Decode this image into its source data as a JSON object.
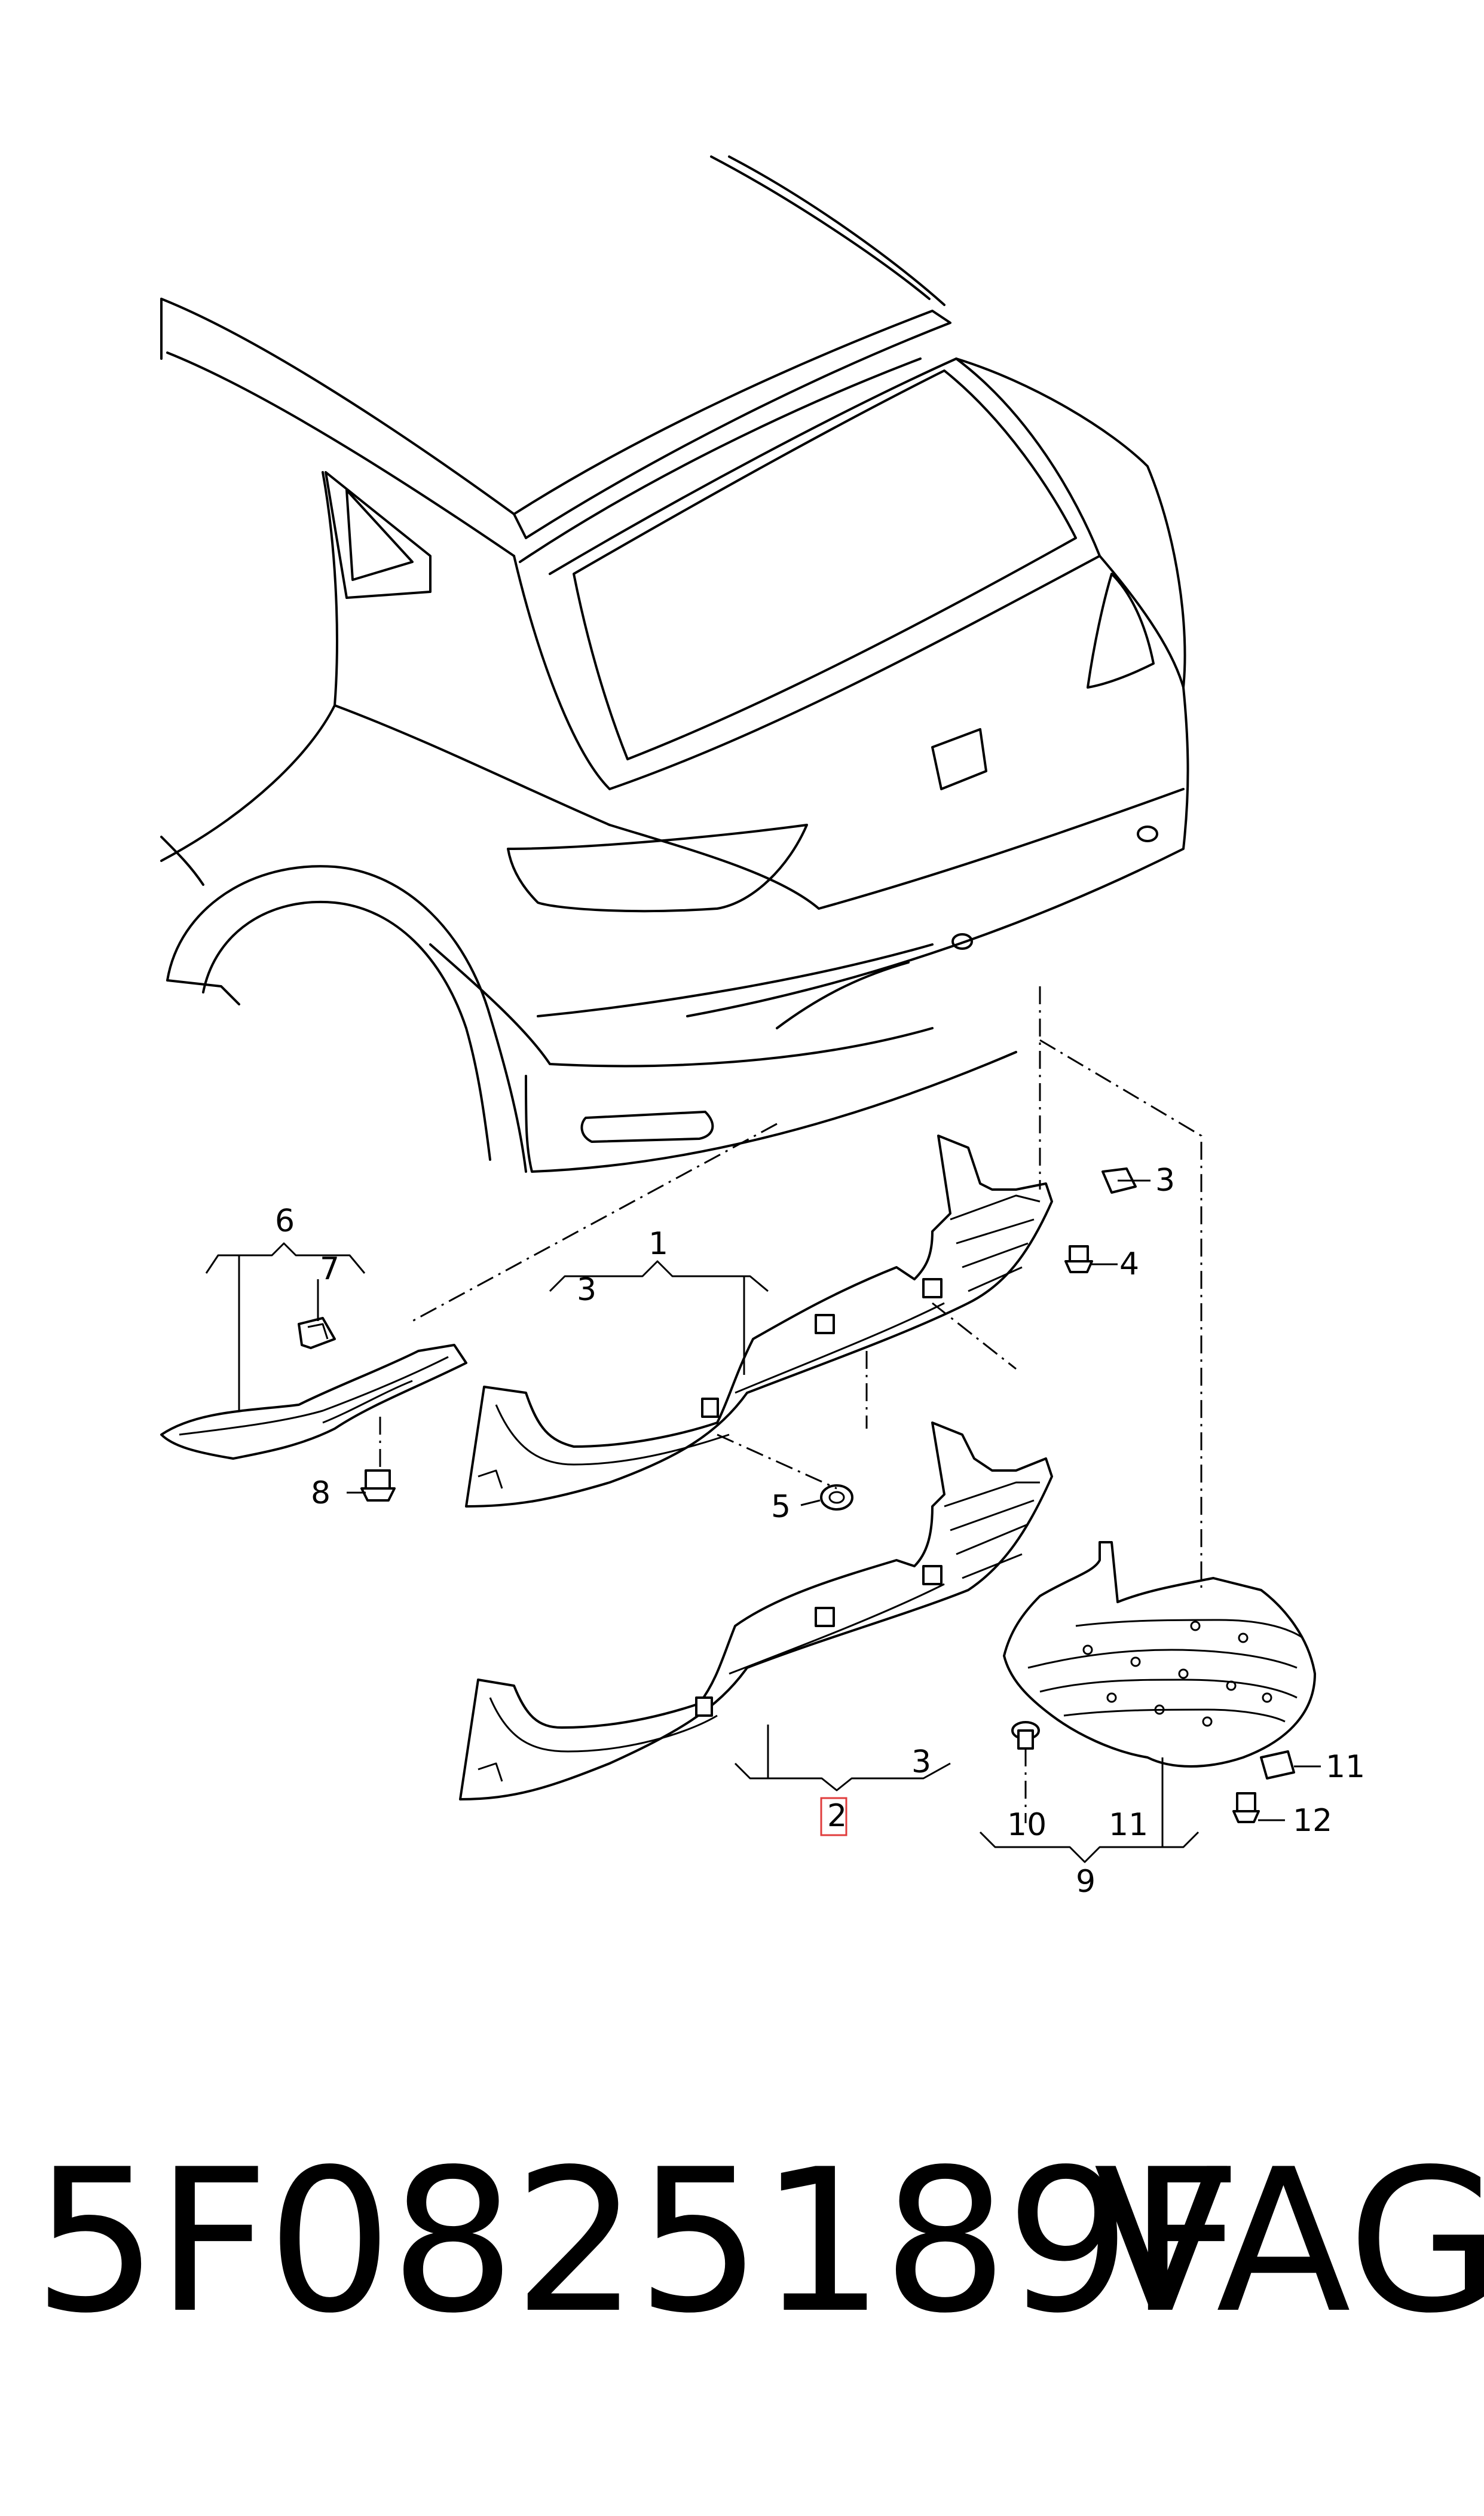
{
  "diagram": {
    "callouts": [
      {
        "id": "c1",
        "label": "1"
      },
      {
        "id": "c2",
        "label": "2",
        "highlighted": true
      },
      {
        "id": "c3a",
        "label": "3"
      },
      {
        "id": "c3b",
        "label": "3"
      },
      {
        "id": "c3c",
        "label": "3"
      },
      {
        "id": "c4",
        "label": "4"
      },
      {
        "id": "c5",
        "label": "5"
      },
      {
        "id": "c6",
        "label": "6"
      },
      {
        "id": "c7",
        "label": "7"
      },
      {
        "id": "c8",
        "label": "8"
      },
      {
        "id": "c9",
        "label": "9"
      },
      {
        "id": "c10",
        "label": "10"
      },
      {
        "id": "c11a",
        "label": "11"
      },
      {
        "id": "c11b",
        "label": "11"
      },
      {
        "id": "c12",
        "label": "12"
      }
    ],
    "highlight_color": "#e03c3c",
    "line_color": "#000000"
  },
  "footer": {
    "part_number": "5F0825189F",
    "brand": "VAG"
  }
}
